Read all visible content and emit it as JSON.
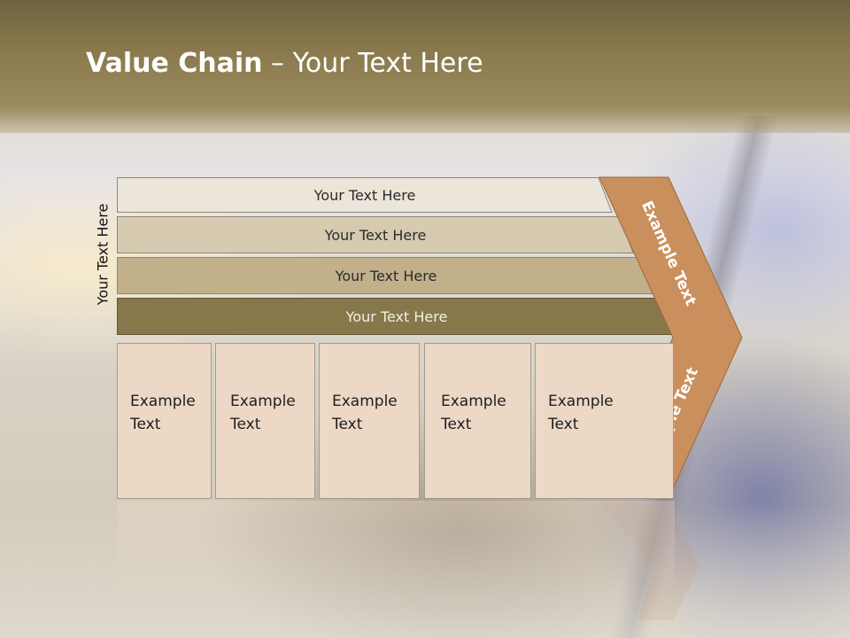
{
  "slide": {
    "title_bold": "Value Chain",
    "title_rest": " – Your Text Here",
    "side_label": "Your Text Here"
  },
  "bars": [
    {
      "label": "Your Text Here"
    },
    {
      "label": "Your Text Here"
    },
    {
      "label": "Your Text Here"
    },
    {
      "label": "Your Text Here"
    }
  ],
  "boxes": [
    {
      "line1": "Example",
      "line2": "Text"
    },
    {
      "line1": "Example",
      "line2": "Text"
    },
    {
      "line1": "Example",
      "line2": "Text"
    },
    {
      "line1": "Example",
      "line2": "Text"
    },
    {
      "line1": "Example",
      "line2": "Text"
    }
  ],
  "chevron": {
    "upper_label": "Example Text",
    "lower_label": "Example Text"
  },
  "colors": {
    "title_band": "#8a7a4d",
    "bar1": "#ece5da",
    "bar2": "#d6cbb0",
    "bar3": "#c1b08a",
    "bar4": "#86784b",
    "box_fill": "#edd8c6",
    "chevron": "#c98f5c"
  }
}
